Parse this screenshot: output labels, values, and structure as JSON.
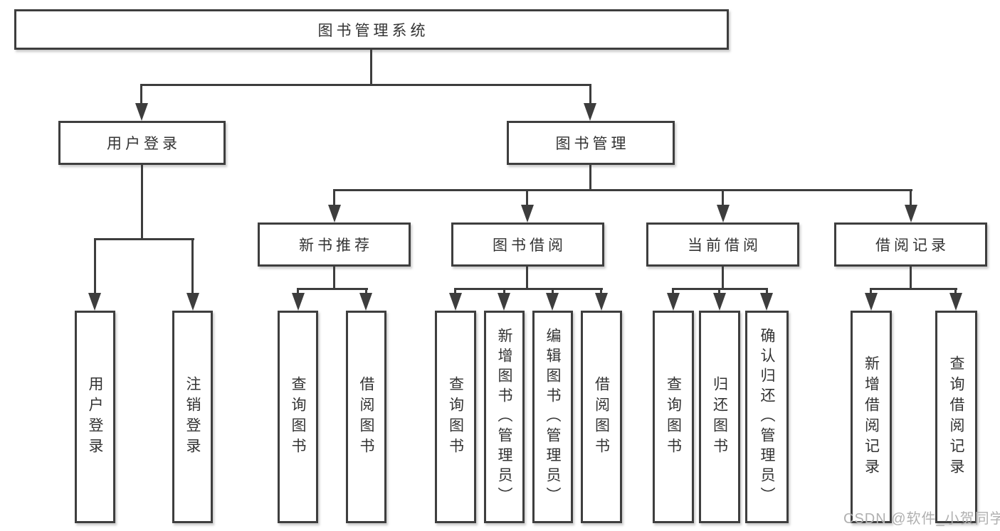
{
  "root": {
    "label": "图书管理系统"
  },
  "level2": [
    {
      "label": "用户登录"
    },
    {
      "label": "图书管理"
    }
  ],
  "level3": [
    {
      "label": "新书推荐"
    },
    {
      "label": "图书借阅"
    },
    {
      "label": "当前借阅"
    },
    {
      "label": "借阅记录"
    }
  ],
  "leaves": {
    "login": [
      {
        "label": "用户登录"
      },
      {
        "label": "注销登录"
      }
    ],
    "recommend": [
      {
        "label": "查询图书"
      },
      {
        "label": "借阅图书"
      }
    ],
    "borrow": [
      {
        "label": "查询图书"
      },
      {
        "label": "新增图书（管理员）"
      },
      {
        "label": "编辑图书（管理员）"
      },
      {
        "label": "借阅图书"
      }
    ],
    "current": [
      {
        "label": "查询图书"
      },
      {
        "label": "归还图书"
      },
      {
        "label": "确认归还（管理员）"
      }
    ],
    "records": [
      {
        "label": "新增借阅记录"
      },
      {
        "label": "查询借阅记录"
      }
    ]
  },
  "watermark": {
    "text": "CSDN @软件_小贺同学"
  },
  "colors": {
    "line": "#3d3d3d",
    "box_border": "#3e3e3e",
    "text": "#333333",
    "watermark": "#b0b0b0",
    "background": "#ffffff"
  }
}
